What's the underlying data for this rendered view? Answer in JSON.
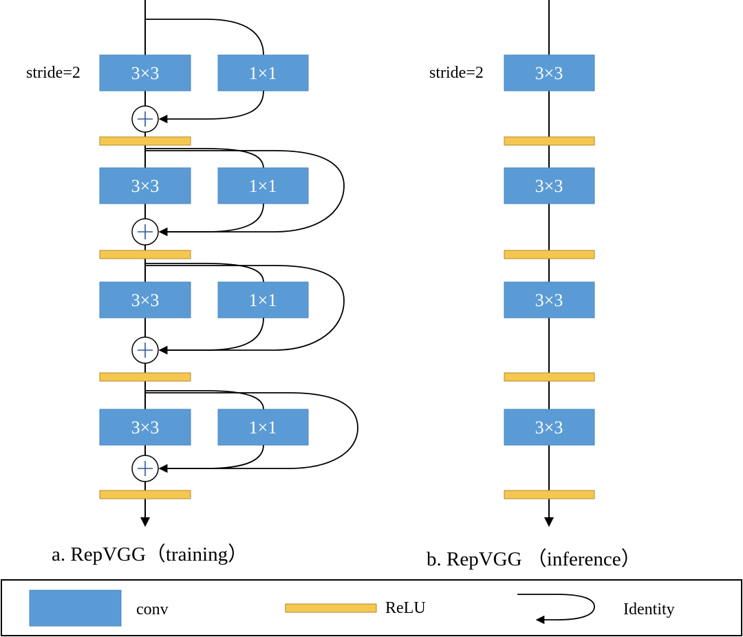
{
  "training": {
    "stride_label": "stride=2",
    "caption": "a. RepVGG（training）",
    "blocks": [
      {
        "main": "3×3",
        "branch": "1×1"
      },
      {
        "main": "3×3",
        "branch": "1×1"
      },
      {
        "main": "3×3",
        "branch": "1×1"
      },
      {
        "main": "3×3",
        "branch": "1×1"
      }
    ]
  },
  "inference": {
    "stride_label": "stride=2",
    "caption": "b. RepVGG （inference）",
    "blocks": [
      {
        "main": "3×3"
      },
      {
        "main": "3×3"
      },
      {
        "main": "3×3"
      },
      {
        "main": "3×3"
      }
    ]
  },
  "legend": {
    "conv": "conv",
    "relu": "ReLU",
    "identity": "Identity"
  },
  "colors": {
    "conv": "#5b9bd5",
    "relu": "#f6c750"
  }
}
